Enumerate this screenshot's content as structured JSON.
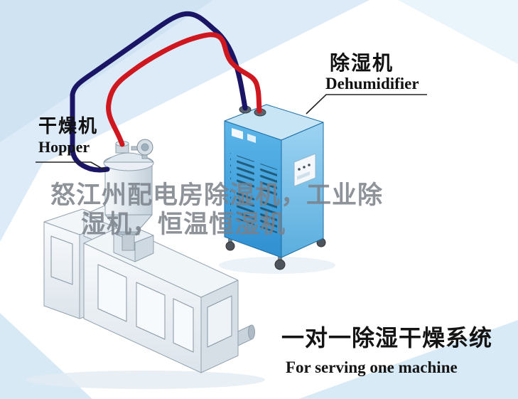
{
  "labels": {
    "dehumidifier": {
      "zh": "除湿机",
      "en": "Dehumidifier"
    },
    "hopper": {
      "zh": "干燥机",
      "en": "Hopper"
    }
  },
  "watermark": {
    "line1": "怒江州配电房除湿机，工业除",
    "line2": "湿机，恒温恒湿机"
  },
  "caption": {
    "zh": "一对一除湿干燥系统",
    "en": "For serving one machine"
  },
  "colors": {
    "pipe_red": "#cf1720",
    "pipe_navy": "#1b1566",
    "dehumidifier_blue": "#3fa3e0",
    "machine_gray": "#eef3f7",
    "background_tint": "#dcebf7",
    "watermark_gray": "#7a8088",
    "label_text": "#111111"
  }
}
